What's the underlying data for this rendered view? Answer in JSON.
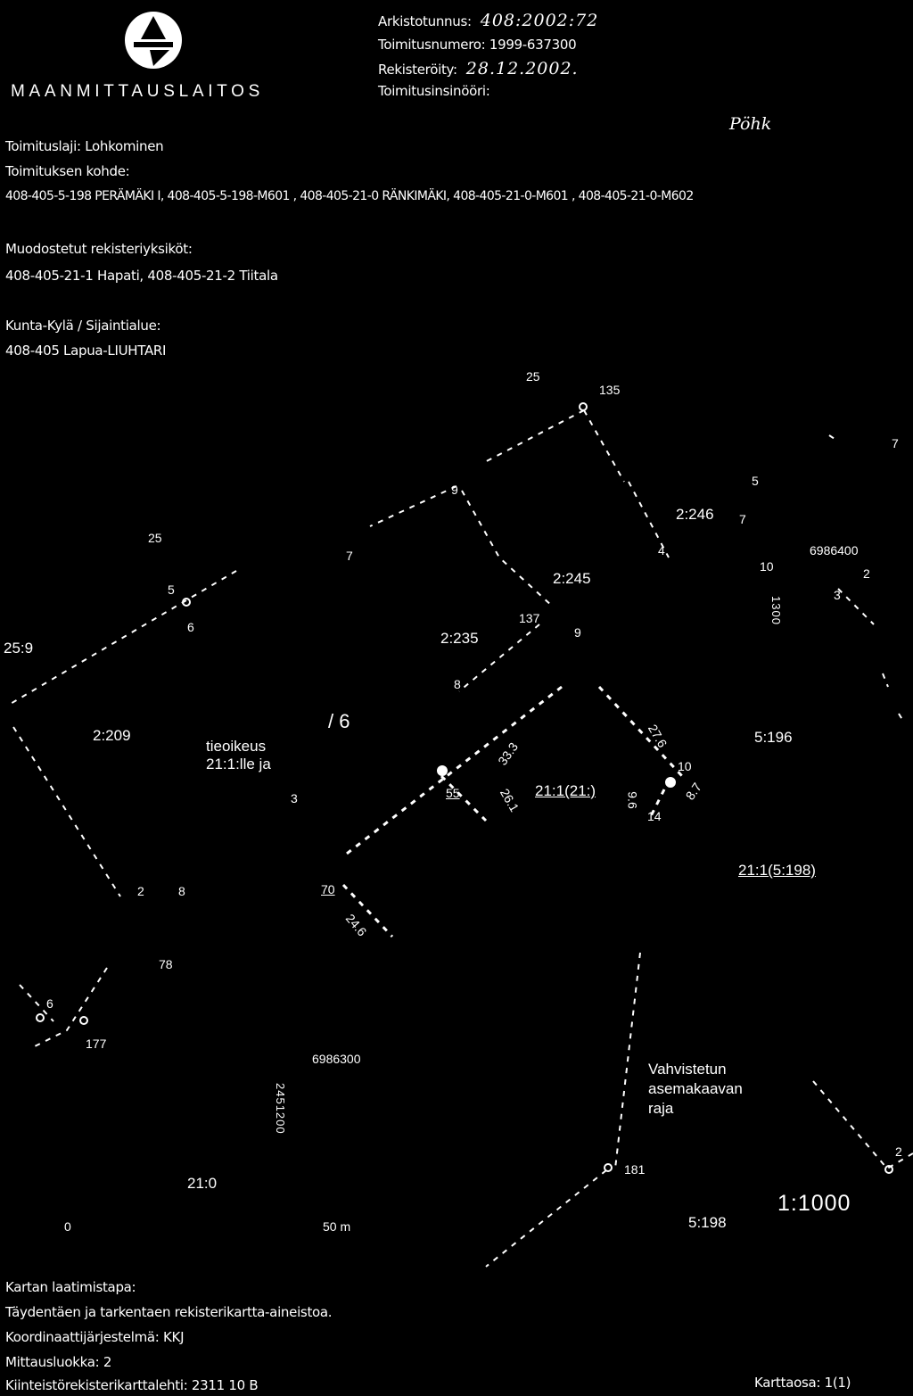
{
  "header": {
    "organization": "MAANMITTAUSLAITOS",
    "archive_label": "Arkistotunnus:",
    "archive_value": "408:2002:72",
    "number_label": "Toimitusnumero: 1999-637300",
    "registered_label": "Rekisteröity:",
    "registered_value": "28.12.2002.",
    "engineer_label": "Toimitusinsinööri:",
    "engineer_signature": "Pöhk",
    "procedure": "Toimituslaji: Lohkominen",
    "target_label": "Toimituksen kohde:",
    "target_value": "408-405-5-198 PERÄMÄKI I, 408-405-5-198-M601 , 408-405-21-0 RÄNKIMÄKI, 408-405-21-0-M601 , 408-405-21-0-M602",
    "formed_label": "Muodostetut rekisteriyksiköt:",
    "formed_value": "408-405-21-1 Hapati, 408-405-21-2 Tiitala",
    "municipality_label": "Kunta-Kylä / Sijaintialue:",
    "municipality_value": "408-405 Lapua-LIUHTARI"
  },
  "map": {
    "parcels": [
      "2:246",
      "2:245",
      "2:235",
      "2:209",
      "5:196",
      "21:1(21:)",
      "21:1(5:198)",
      "25:9",
      "21:0",
      "5:198"
    ],
    "points": [
      "25",
      "135",
      "7",
      "9",
      "5",
      "7",
      "25",
      "7",
      "4",
      "6986400",
      "10",
      "2",
      "5",
      "3",
      "1300",
      "6",
      "137",
      "9",
      "8",
      "/ 6",
      "33.3",
      "27.6",
      "10",
      "55",
      "26.1",
      "9.6",
      "8.7",
      "14",
      "3",
      "2",
      "8",
      "70",
      "24.6",
      "78",
      "6",
      "177",
      "6986300",
      "2451200",
      "181",
      "2"
    ],
    "road_right": [
      "tieoikeus",
      "21:1:lle ja"
    ],
    "plan_boundary": [
      "Vahvistetun",
      "asemakaavan",
      "raja"
    ],
    "scale_zero": "0",
    "scale_len": "50 m",
    "scale_ratio": "1:1000"
  },
  "footer": {
    "method_label": "Kartan laatimistapa:",
    "method_value": "Täydentäen ja tarkentaen rekisterikartta-aineistoa.",
    "coord": "Koordinaattijärjestelmä: KKJ",
    "class": "Mittausluokka: 2",
    "sheet": "Kiinteistörekisterikarttalehti: 2311 10 B",
    "part": "Karttaosa: 1(1)"
  }
}
